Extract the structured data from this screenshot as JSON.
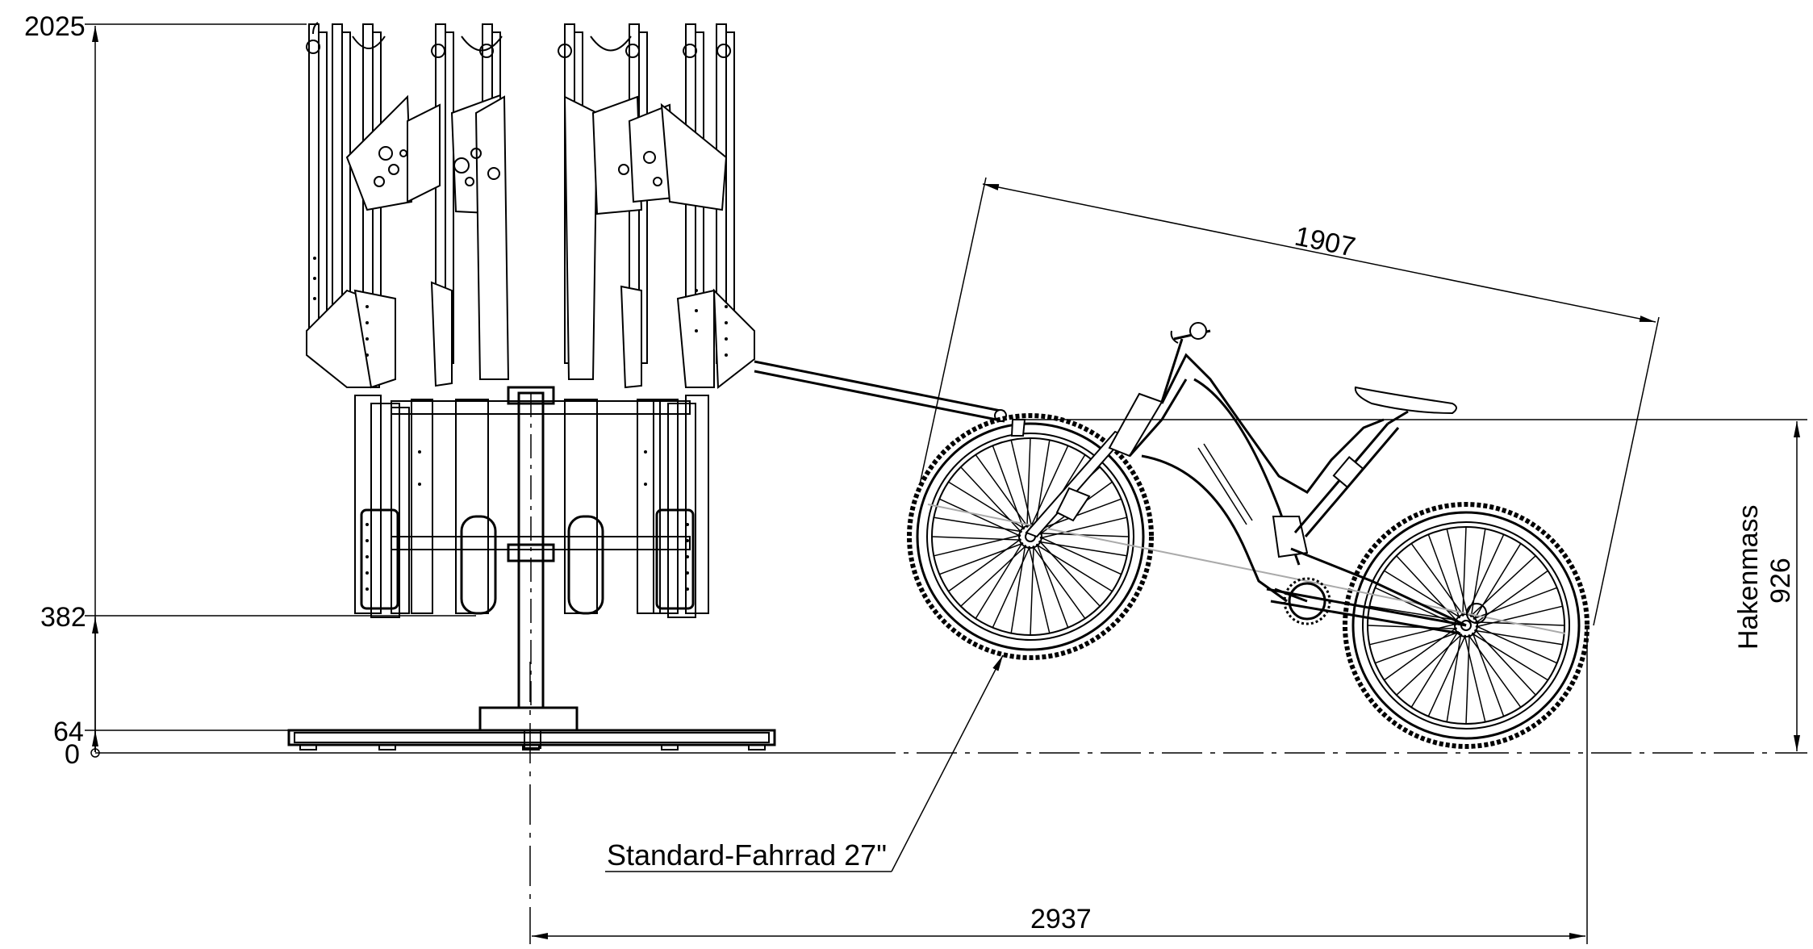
{
  "dimensions": {
    "height_total": "2025",
    "height_lower": "382",
    "height_base": "64",
    "height_zero": "0",
    "bike_length": "1907",
    "span": "2937",
    "hook_label": "Hakenmass",
    "hook_value": "926"
  },
  "callout": {
    "bike_label": "Standard-Fahrrad 27\""
  },
  "colors": {
    "line": "#000000",
    "background": "#ffffff",
    "construction": "#aaaaaa"
  }
}
